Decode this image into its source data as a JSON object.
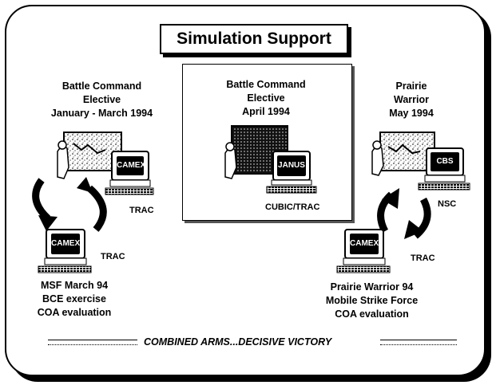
{
  "title": "Simulation Support",
  "left": {
    "heading": [
      "Battle Command",
      "Elective",
      "January - March 1994"
    ],
    "monitor_top": "CAMEX",
    "label_top": "TRAC",
    "monitor_bottom": "CAMEX",
    "label_bottom": "TRAC",
    "caption": [
      "MSF March 94",
      "BCE exercise",
      "COA evaluation"
    ]
  },
  "center": {
    "heading": [
      "Battle Command",
      "Elective",
      "April 1994"
    ],
    "monitor": "JANUS",
    "label": "CUBIC/TRAC"
  },
  "right": {
    "heading": [
      "Prairie",
      "Warrior",
      "May 1994"
    ],
    "monitor_top": "CBS",
    "label_top": "NSC",
    "monitor_bottom": "CAMEX",
    "label_bottom": "TRAC",
    "caption": [
      "Prairie Warrior 94",
      "Mobile Strike Force",
      "COA evaluation"
    ]
  },
  "motto": "COMBINED ARMS...DECISIVE VICTORY"
}
